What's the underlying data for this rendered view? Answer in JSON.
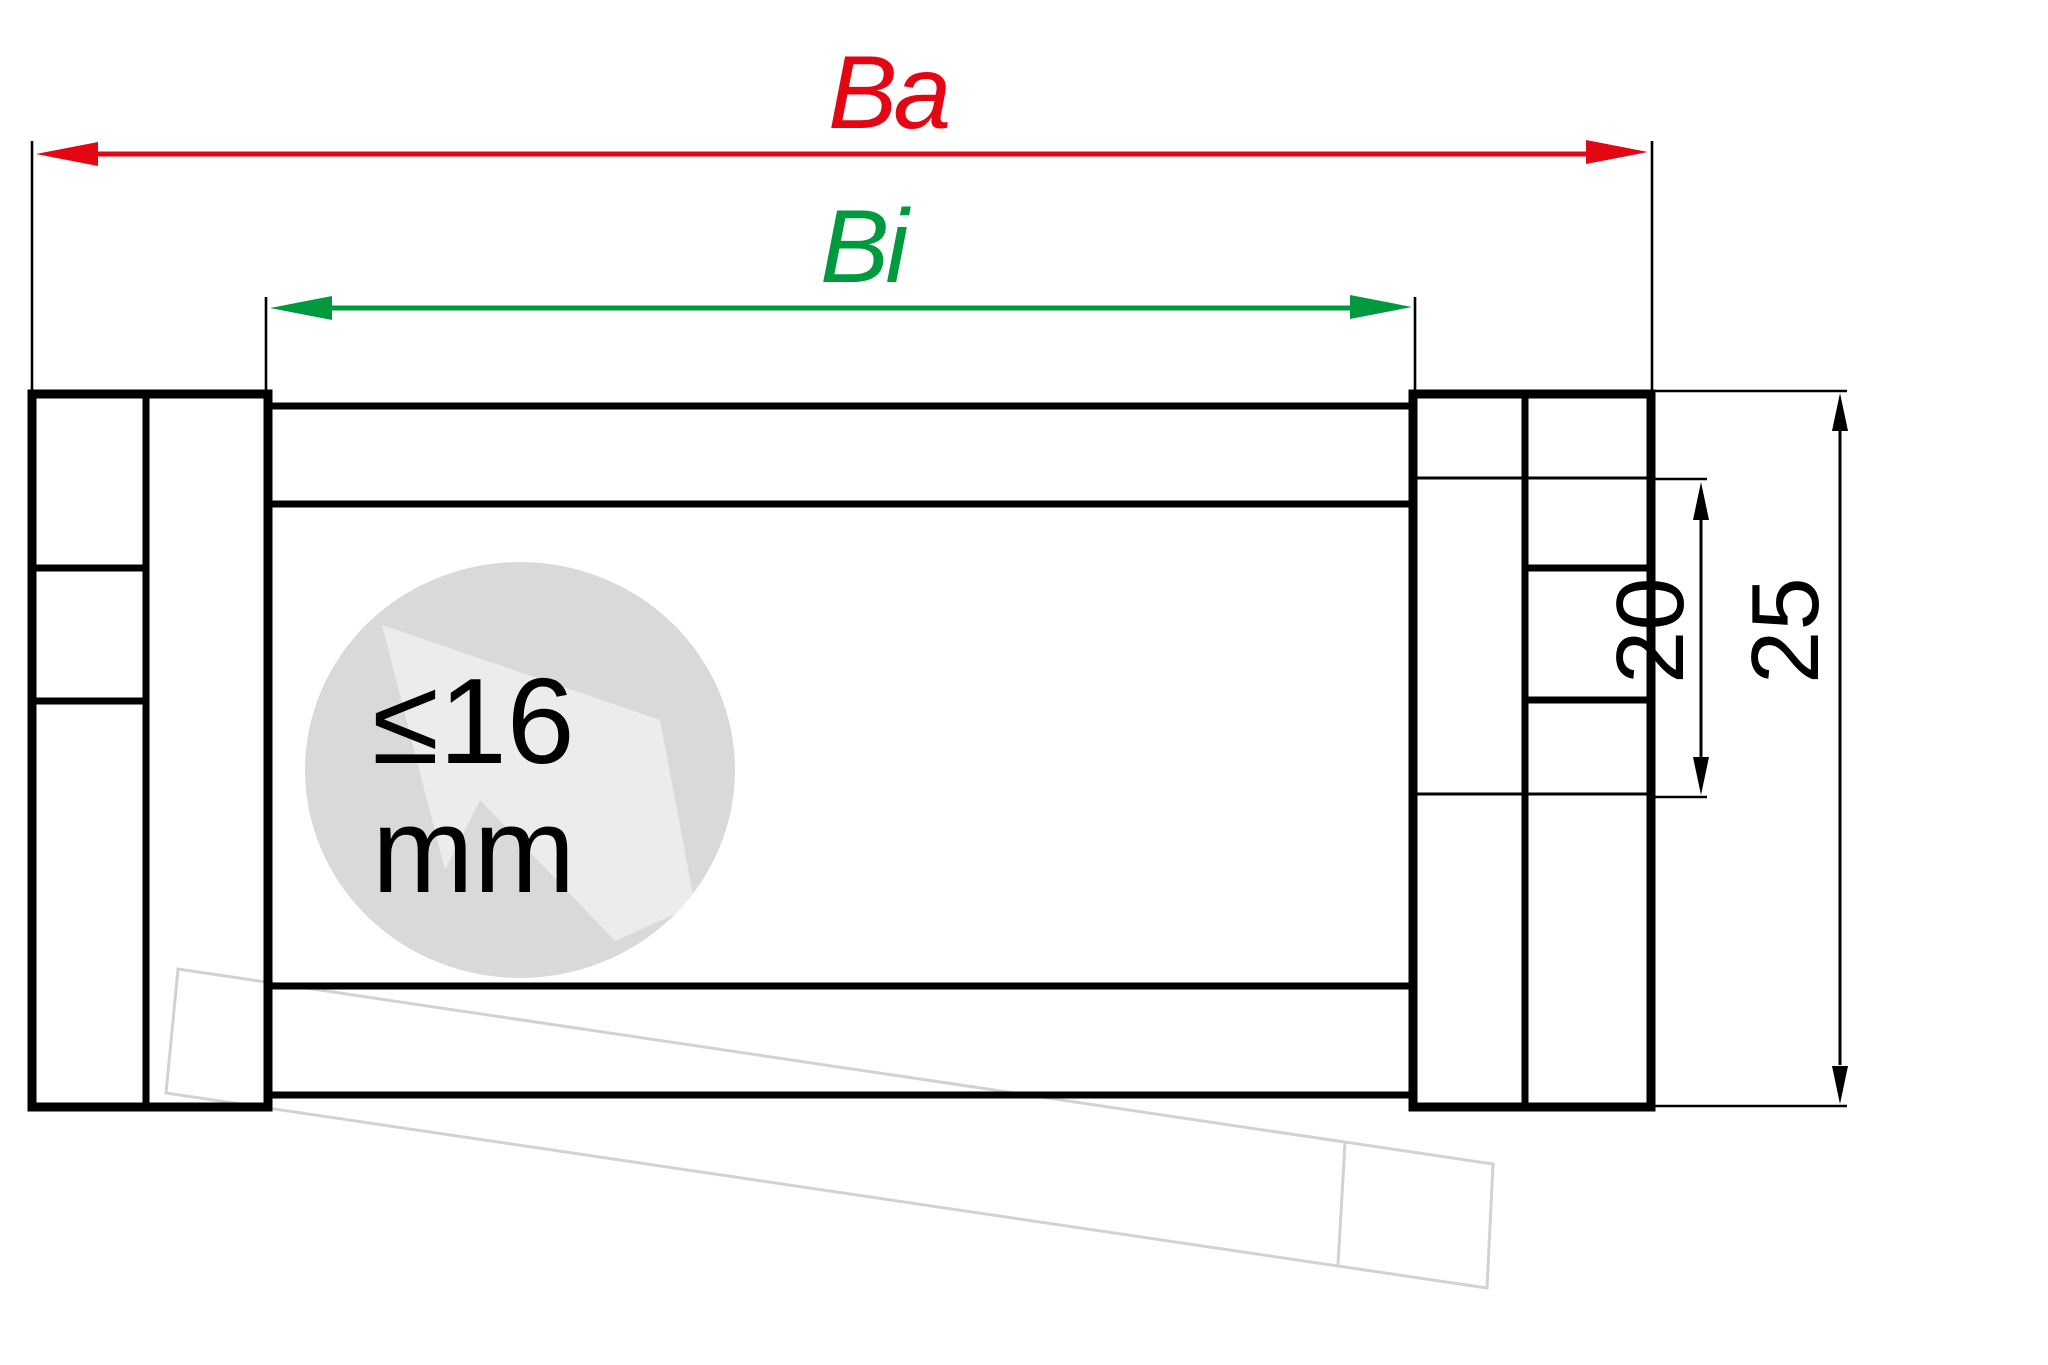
{
  "diagram": {
    "type": "technical-dimension-drawing",
    "subject": "cable carrier chain link cross-section",
    "colors": {
      "outer_width": "#e30613",
      "inner_width": "#009a3e",
      "outline": "#000000",
      "badge_fill": "#d9d9d9",
      "badge_highlight": "#ececec",
      "ghost_outline": "#d2d2d2"
    },
    "dimensions": {
      "outer_width": {
        "label": "Ba",
        "meaning": "outer width"
      },
      "inner_width": {
        "label": "Bi",
        "meaning": "inner width"
      },
      "inner_height": {
        "value": "20"
      },
      "outer_height": {
        "value": "25"
      }
    },
    "badge": {
      "line1": "≤16",
      "line2": "mm"
    }
  }
}
